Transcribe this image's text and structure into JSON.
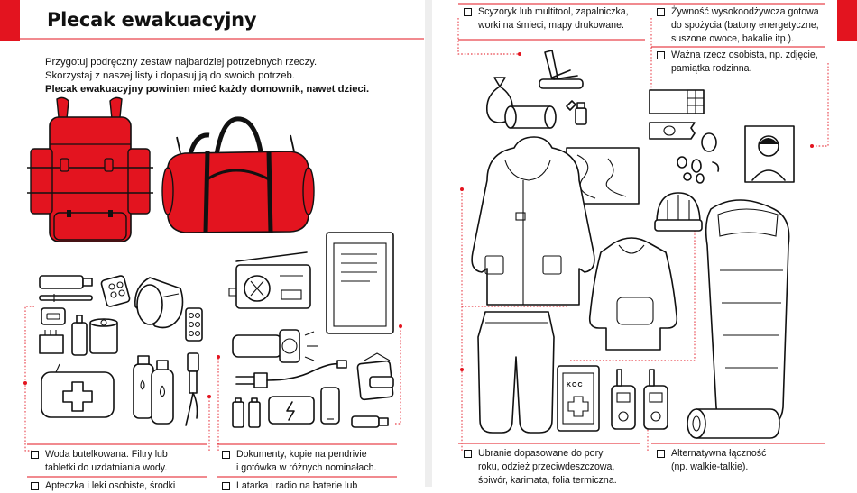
{
  "left_page": {
    "title": "Plecak ewakuacyjny",
    "intro": {
      "line1": "Przygotuj podręczny zestaw najbardziej potrzebnych rzeczy.",
      "line2": "Skorzystaj z naszej listy i dopasuj ją do swoich potrzeb.",
      "line3": "Plecak ewakuacyjny powinien mieć każdy domownik, nawet dzieci."
    },
    "items": [
      {
        "line1": "Woda butelkowana. Filtry lub",
        "line2": "tabletki do uzdatniania wody."
      },
      {
        "line1": "Apteczka i leki osobiste, środki"
      },
      {
        "line1": "Dokumenty, kopie na pendrivie",
        "line2": "i gotówka w różnych nominałach."
      },
      {
        "line1": "Latarka i radio na baterie lub"
      }
    ]
  },
  "right_page": {
    "items": [
      {
        "line1": "Scyzoryk lub multitool, zapalniczka,",
        "line2": "worki na śmieci, mapy drukowane."
      },
      {
        "line1": "Żywność wysokoodżywcza gotowa",
        "line2": "do spożycia (batony energetyczne,",
        "line3": "suszone owoce, bakalie itp.)."
      },
      {
        "line1": "Ważna rzecz osobista, np. zdjęcie,",
        "line2": "pamiątka rodzinna."
      },
      {
        "line1": "Ubranie dopasowane do pory",
        "line2": "roku, odzież przeciwdeszczowa,",
        "line3": "śpiwór, karimata, folia termiczna."
      },
      {
        "line1": "Alternatywna łączność",
        "line2": "(np. walkie-talkie)."
      }
    ],
    "blanket_label": "KOC"
  },
  "colors": {
    "accent": "#e3141f",
    "ink": "#111111"
  }
}
